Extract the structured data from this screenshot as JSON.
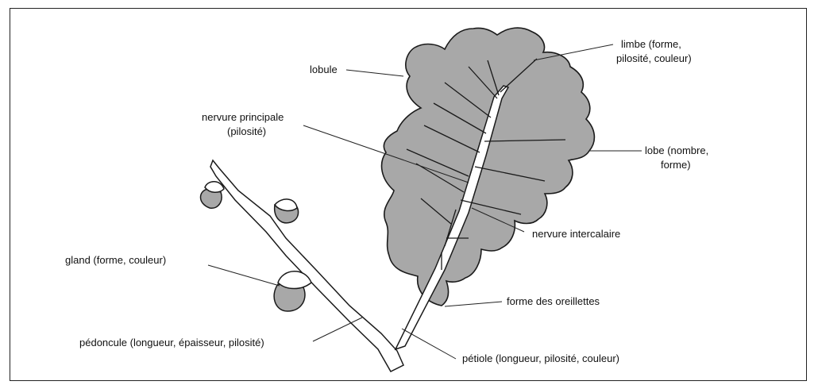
{
  "labels": {
    "limbe_1": "limbe (forme,",
    "limbe_2": "pilosité, couleur)",
    "lobule": "lobule",
    "nervure_principale_1": "nervure principale",
    "nervure_principale_2": "(pilosité)",
    "lobe_1": "lobe (nombre,",
    "lobe_2": "forme)",
    "nervure_intercalaire": "nervure intercalaire",
    "gland": "gland (forme, couleur)",
    "forme_oreillettes": "forme des oreillettes",
    "pedoncule": "pédoncule (longueur, épaisseur, pilosité)",
    "petiole": "pétiole (longueur, pilosité, couleur)"
  },
  "colors": {
    "leaf_fill": "#a8a8a8",
    "outline": "#1a1a1a"
  }
}
